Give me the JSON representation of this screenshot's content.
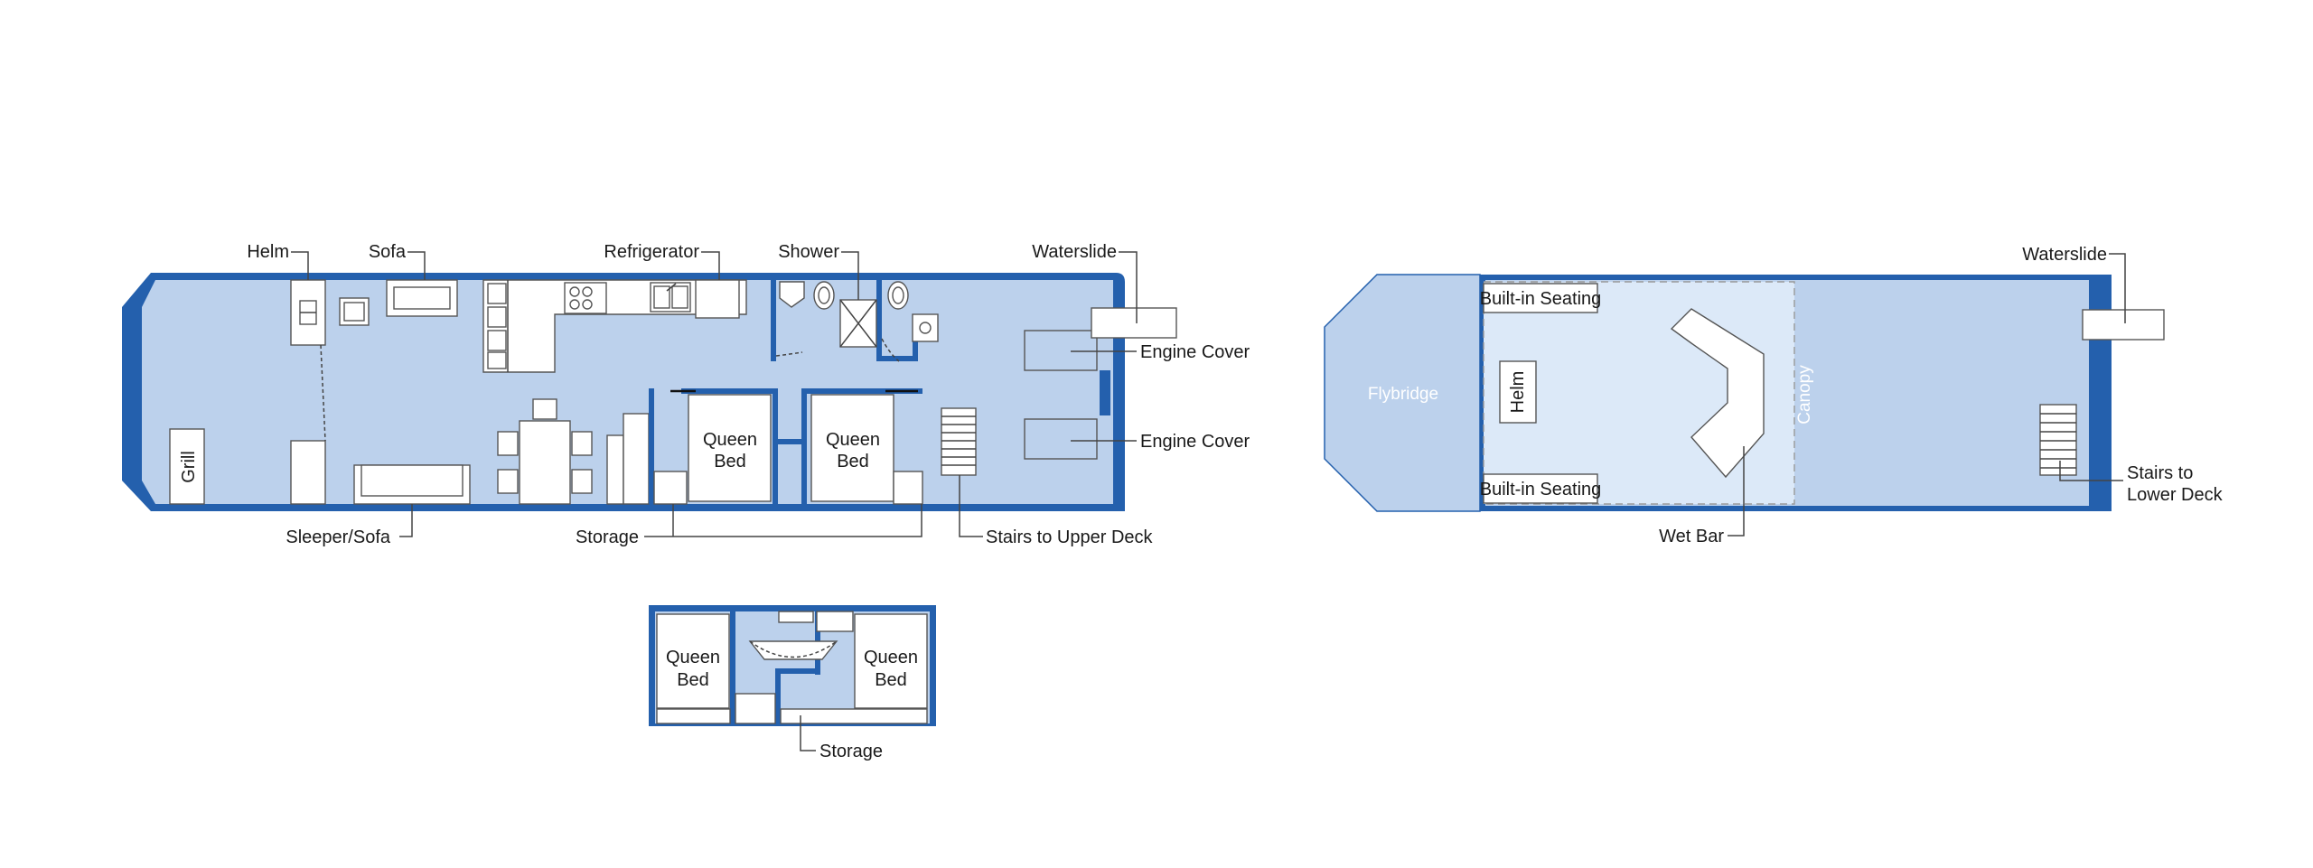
{
  "colors": {
    "hull": "#2460ad",
    "floor": "#bcd1ec",
    "canopy_area": "#dce9f8",
    "fixture": "#ffffff",
    "text": "#1a1a1a"
  },
  "main_deck": {
    "labels": {
      "helm": "Helm",
      "sofa": "Sofa",
      "refrigerator": "Refrigerator",
      "shower": "Shower",
      "waterslide": "Waterslide",
      "engine_cover_1": "Engine Cover",
      "engine_cover_2": "Engine Cover",
      "sleeper_sofa": "Sleeper/Sofa",
      "storage": "Storage",
      "stairs_upper": "Stairs to Upper Deck",
      "grill": "Grill"
    },
    "beds": [
      {
        "line1": "Queen",
        "line2": "Bed"
      },
      {
        "line1": "Queen",
        "line2": "Bed"
      }
    ]
  },
  "lower_cabin": {
    "beds": [
      {
        "line1": "Queen",
        "line2": "Bed"
      },
      {
        "line1": "Queen",
        "line2": "Bed"
      }
    ],
    "storage": "Storage"
  },
  "upper_deck": {
    "labels": {
      "waterslide": "Waterslide",
      "flybridge": "Flybridge",
      "helm": "Helm",
      "canopy": "Canopy",
      "seating_top": "Built-in Seating",
      "seating_bottom": "Built-in Seating",
      "wet_bar": "Wet Bar",
      "stairs_line1": "Stairs to",
      "stairs_line2": "Lower Deck"
    }
  }
}
